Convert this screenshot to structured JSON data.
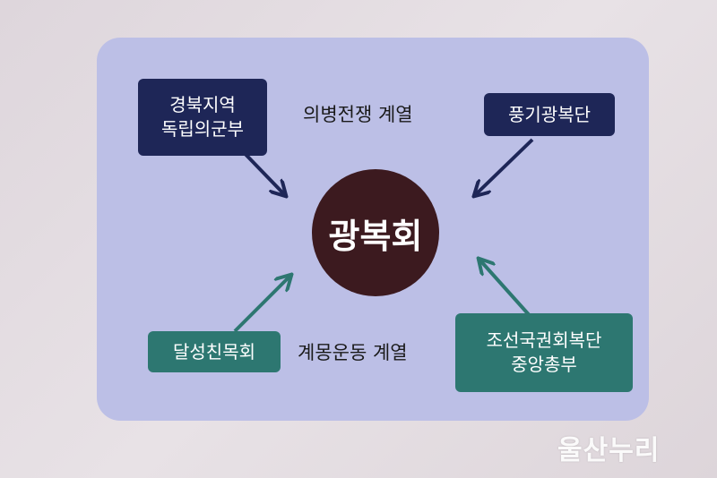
{
  "diagram": {
    "center": "광복회",
    "top_label": "의병전쟁 계열",
    "bottom_label": "계몽운동 계열",
    "boxes": {
      "top_left": [
        "경북지역",
        "독립의군부"
      ],
      "top_right": [
        "풍기광복단"
      ],
      "bottom_left": [
        "달성친목회"
      ],
      "bottom_right": [
        "조선국권회복단",
        "중앙총부"
      ]
    }
  },
  "watermark": "울산누리",
  "colors": {
    "panel": "#bcbfe6",
    "navy_box": "#1e2657",
    "teal_box": "#2d7771",
    "center_circle": "#3c1a1f"
  }
}
